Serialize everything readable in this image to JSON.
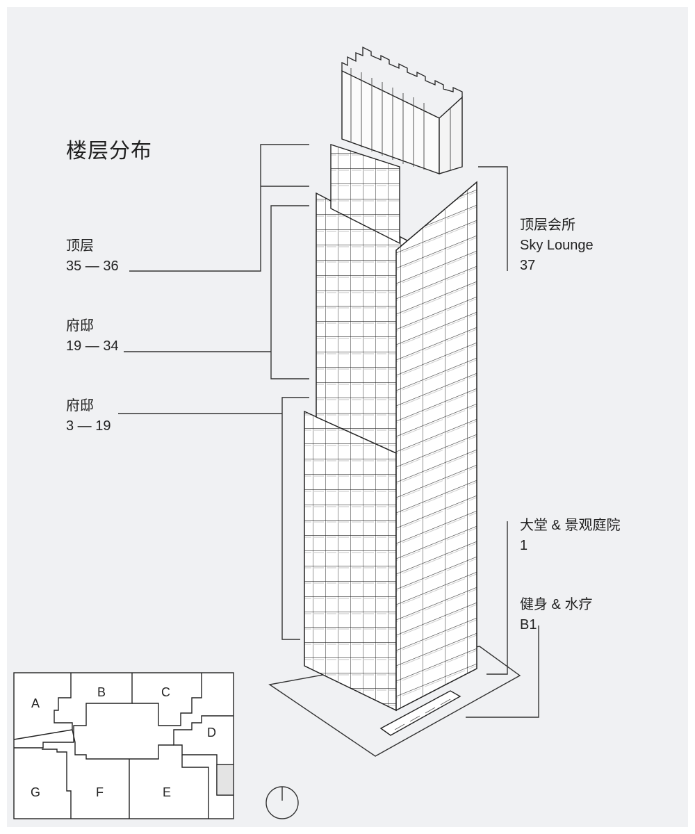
{
  "title": "楼层分布",
  "labels": {
    "penthouse": {
      "name": "顶层",
      "floors": "35 — 36"
    },
    "residence_upper": {
      "name": "府邸",
      "floors": "19 — 34"
    },
    "residence_lower": {
      "name": "府邸",
      "floors": "3 — 19"
    },
    "sky_lounge": {
      "name": "顶层会所",
      "name_en": "Sky Lounge",
      "floors": "37"
    },
    "lobby": {
      "name": "大堂 & 景观庭院",
      "floors": "1"
    },
    "fitness": {
      "name": "健身 & 水疗",
      "floors": "B1"
    }
  },
  "floor_plan": {
    "units": [
      "A",
      "B",
      "C",
      "D",
      "E",
      "F",
      "G"
    ]
  }
}
